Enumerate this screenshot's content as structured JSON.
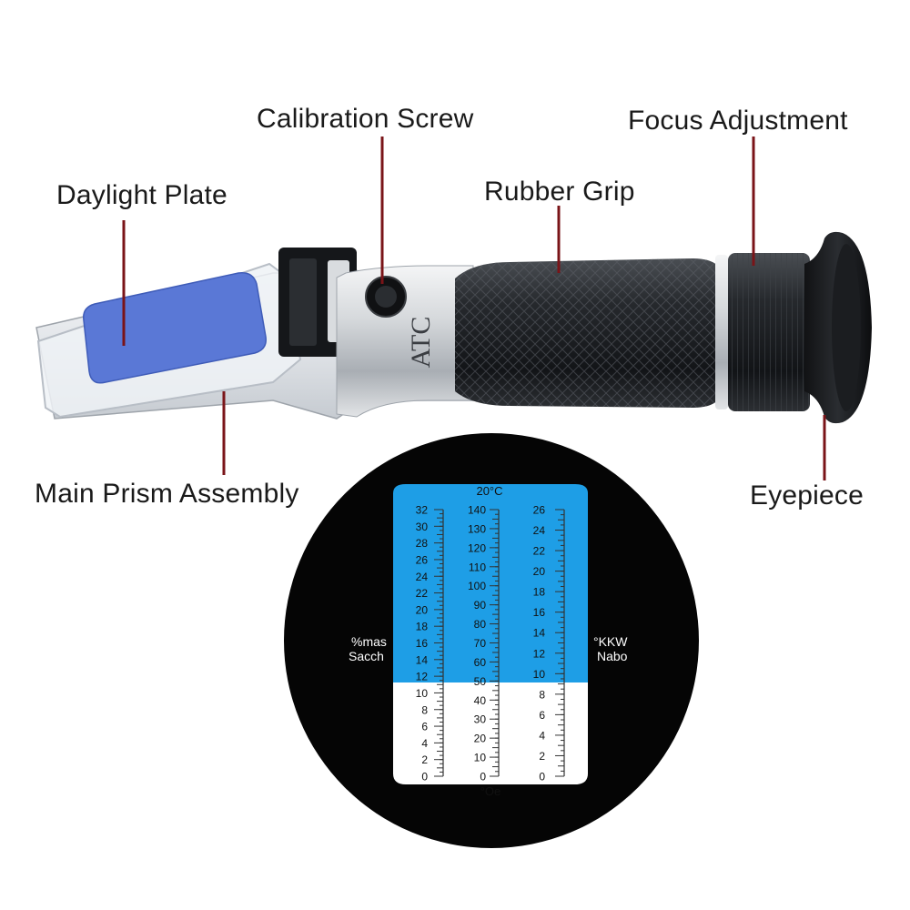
{
  "callouts": {
    "daylight_plate": "Daylight Plate",
    "calibration_screw": "Calibration Screw",
    "rubber_grip": "Rubber Grip",
    "focus_adjustment": "Focus Adjustment",
    "main_prism_assembly": "Main Prism Assembly",
    "eyepiece": "Eyepiece"
  },
  "device": {
    "atc_marking": "ATC",
    "colors": {
      "body_silver": "#c9cdd2",
      "grip_black": "#1f2226",
      "daylight_plate_blue": "#5a78d6",
      "callout_line": "#7a1418"
    }
  },
  "scale_view": {
    "temperature": "20°C",
    "left_unit_line1": "%mas",
    "left_unit_line2": "Sacch",
    "right_unit_line1": "°KKW",
    "right_unit_line2": "Nabo",
    "bottom_unit": "°Oe",
    "left_ticks": [
      "32",
      "30",
      "28",
      "26",
      "24",
      "22",
      "20",
      "18",
      "16",
      "14",
      "12",
      "10",
      "8",
      "6",
      "4",
      "2",
      "0"
    ],
    "middle_ticks": [
      "140",
      "130",
      "120",
      "110",
      "100",
      "90",
      "80",
      "70",
      "60",
      "50",
      "40",
      "30",
      "20",
      "10",
      "0"
    ],
    "right_ticks": [
      "26",
      "24",
      "22",
      "20",
      "18",
      "16",
      "14",
      "12",
      "10",
      "8",
      "6",
      "4",
      "2",
      "0"
    ],
    "colors": {
      "upper_field": "#1e9ee6",
      "lower_field": "#ffffff",
      "ring": "#050505"
    }
  }
}
